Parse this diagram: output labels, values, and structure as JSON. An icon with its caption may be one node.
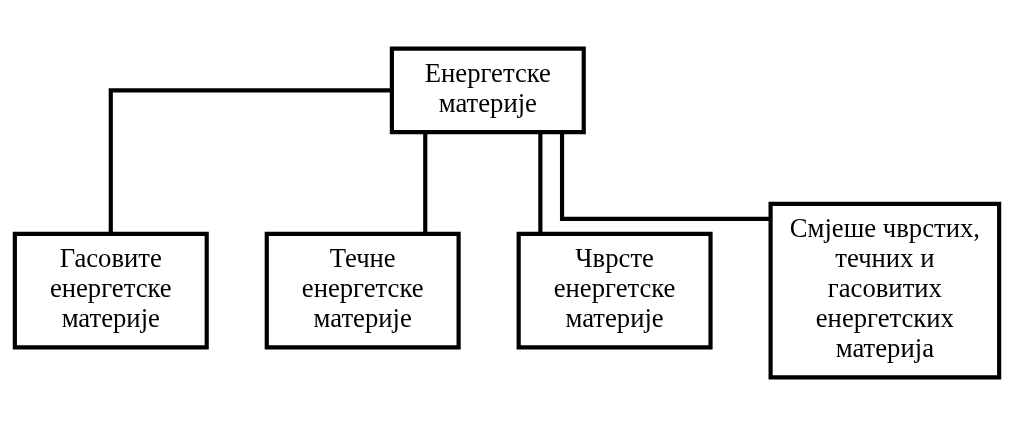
{
  "diagram": {
    "nodes": [
      {
        "text": [
          "Енергетске материје"
        ]
      },
      {
        "text": [
          "Гасовите енергетске материје"
        ]
      },
      {
        "text": [
          "Течне енергетске материје"
        ]
      },
      {
        "text": [
          "Чврсте енергетске материје"
        ]
      },
      {
        "text": [
          "Смјеше чврстих, течних и гасовитих енергетских материја"
        ]
      }
    ],
    "edges": [
      {
        "from": 0,
        "to": 1,
        "arrow": "none"
      },
      {
        "from": 0,
        "to": 2,
        "arrow": "none"
      },
      {
        "from": 0,
        "to": 3,
        "arrow": "none"
      },
      {
        "from": 0,
        "to": 4,
        "arrow": "none"
      }
    ]
  }
}
